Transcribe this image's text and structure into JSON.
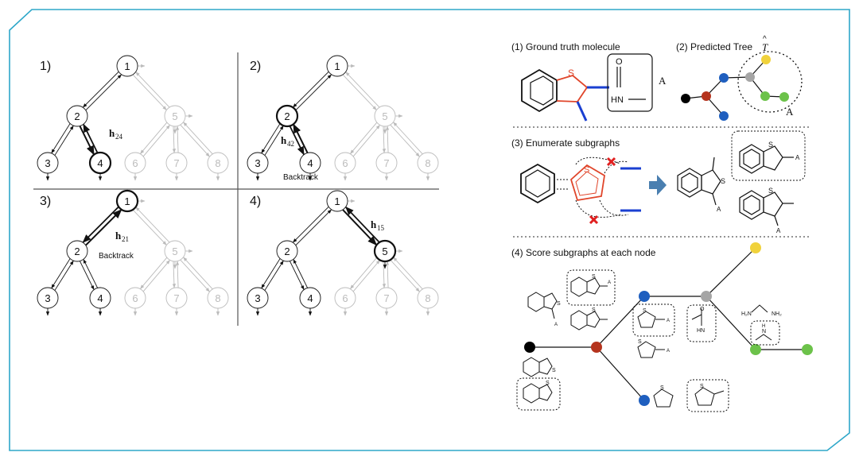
{
  "frame": {
    "border_color": "#2ea7c9"
  },
  "left": {
    "panels": [
      {
        "step": "1)",
        "edge_label": "h",
        "edge_sub": "24"
      },
      {
        "step": "2)",
        "edge_label": "h",
        "edge_sub": "42",
        "note": "Backtrack"
      },
      {
        "step": "3)",
        "edge_label": "h",
        "edge_sub": "21",
        "note": "Backtrack"
      },
      {
        "step": "4)",
        "edge_label": "h",
        "edge_sub": "15"
      }
    ],
    "node_labels": [
      "1",
      "2",
      "3",
      "4",
      "5",
      "6",
      "7",
      "8"
    ]
  },
  "right": {
    "s1_title": "(1) Ground truth molecule",
    "s2_title": "(2) Predicted Tree",
    "s2_symbol": "T",
    "s2_hat": "^",
    "s3_title": "(3) Enumerate subgraphs",
    "s4_title": "(4) Score subgraphs at each node",
    "atom_S": "S",
    "atom_O": "O",
    "atom_HN": "HN",
    "atom_N": "N",
    "atom_H": "H",
    "atom_HN2": "HN",
    "label_A": "A",
    "nh2_left": "H₂N",
    "nh2_right": "NH₂",
    "colors": {
      "black": "#000000",
      "red": "#b5341e",
      "blue": "#1f5fbf",
      "gray": "#a5a5a5",
      "yellow": "#f0d23c",
      "green": "#6cc24a",
      "bond_blue": "#1a3fd1",
      "thiophene_red": "#e0452a",
      "arrow_blue": "#4a7fb0",
      "cross_red": "#e02020"
    }
  }
}
